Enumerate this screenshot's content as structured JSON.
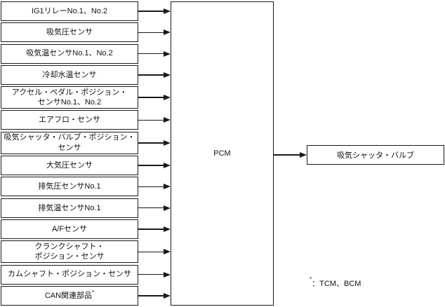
{
  "diagram": {
    "pcm_label": "PCM",
    "inputs": [
      {
        "label": "IG1リレーNo.1、No.2"
      },
      {
        "label": "吸気圧センサ"
      },
      {
        "label": "吸気温センサNo.1、No.2"
      },
      {
        "label": "冷却水温センサ"
      },
      {
        "label": "アクセル・ペダル・ポジション・\nセンサNo.1、No.2"
      },
      {
        "label": "エアフロ・センサ"
      },
      {
        "label": "吸気シャッタ・バルブ・ポジション・\nセンサ"
      },
      {
        "label": "大気圧センサ"
      },
      {
        "label": "排気圧センサNo.1"
      },
      {
        "label": "排気温センサNo.1"
      },
      {
        "label": "A/Fセンサ"
      },
      {
        "label": "クランクシャフト・\nポジション・センサ"
      },
      {
        "label": "カムシャフト・ポジション・センサ"
      },
      {
        "label": "CAN関連部品",
        "superscript": "*"
      }
    ],
    "output": {
      "label": "吸気シャッタ・バルブ"
    },
    "footnote": {
      "marker": "*",
      "text": "：TCM、BCM"
    }
  },
  "colors": {
    "line": "#1a1a1a",
    "background": "#ffffff",
    "text": "#111111"
  }
}
